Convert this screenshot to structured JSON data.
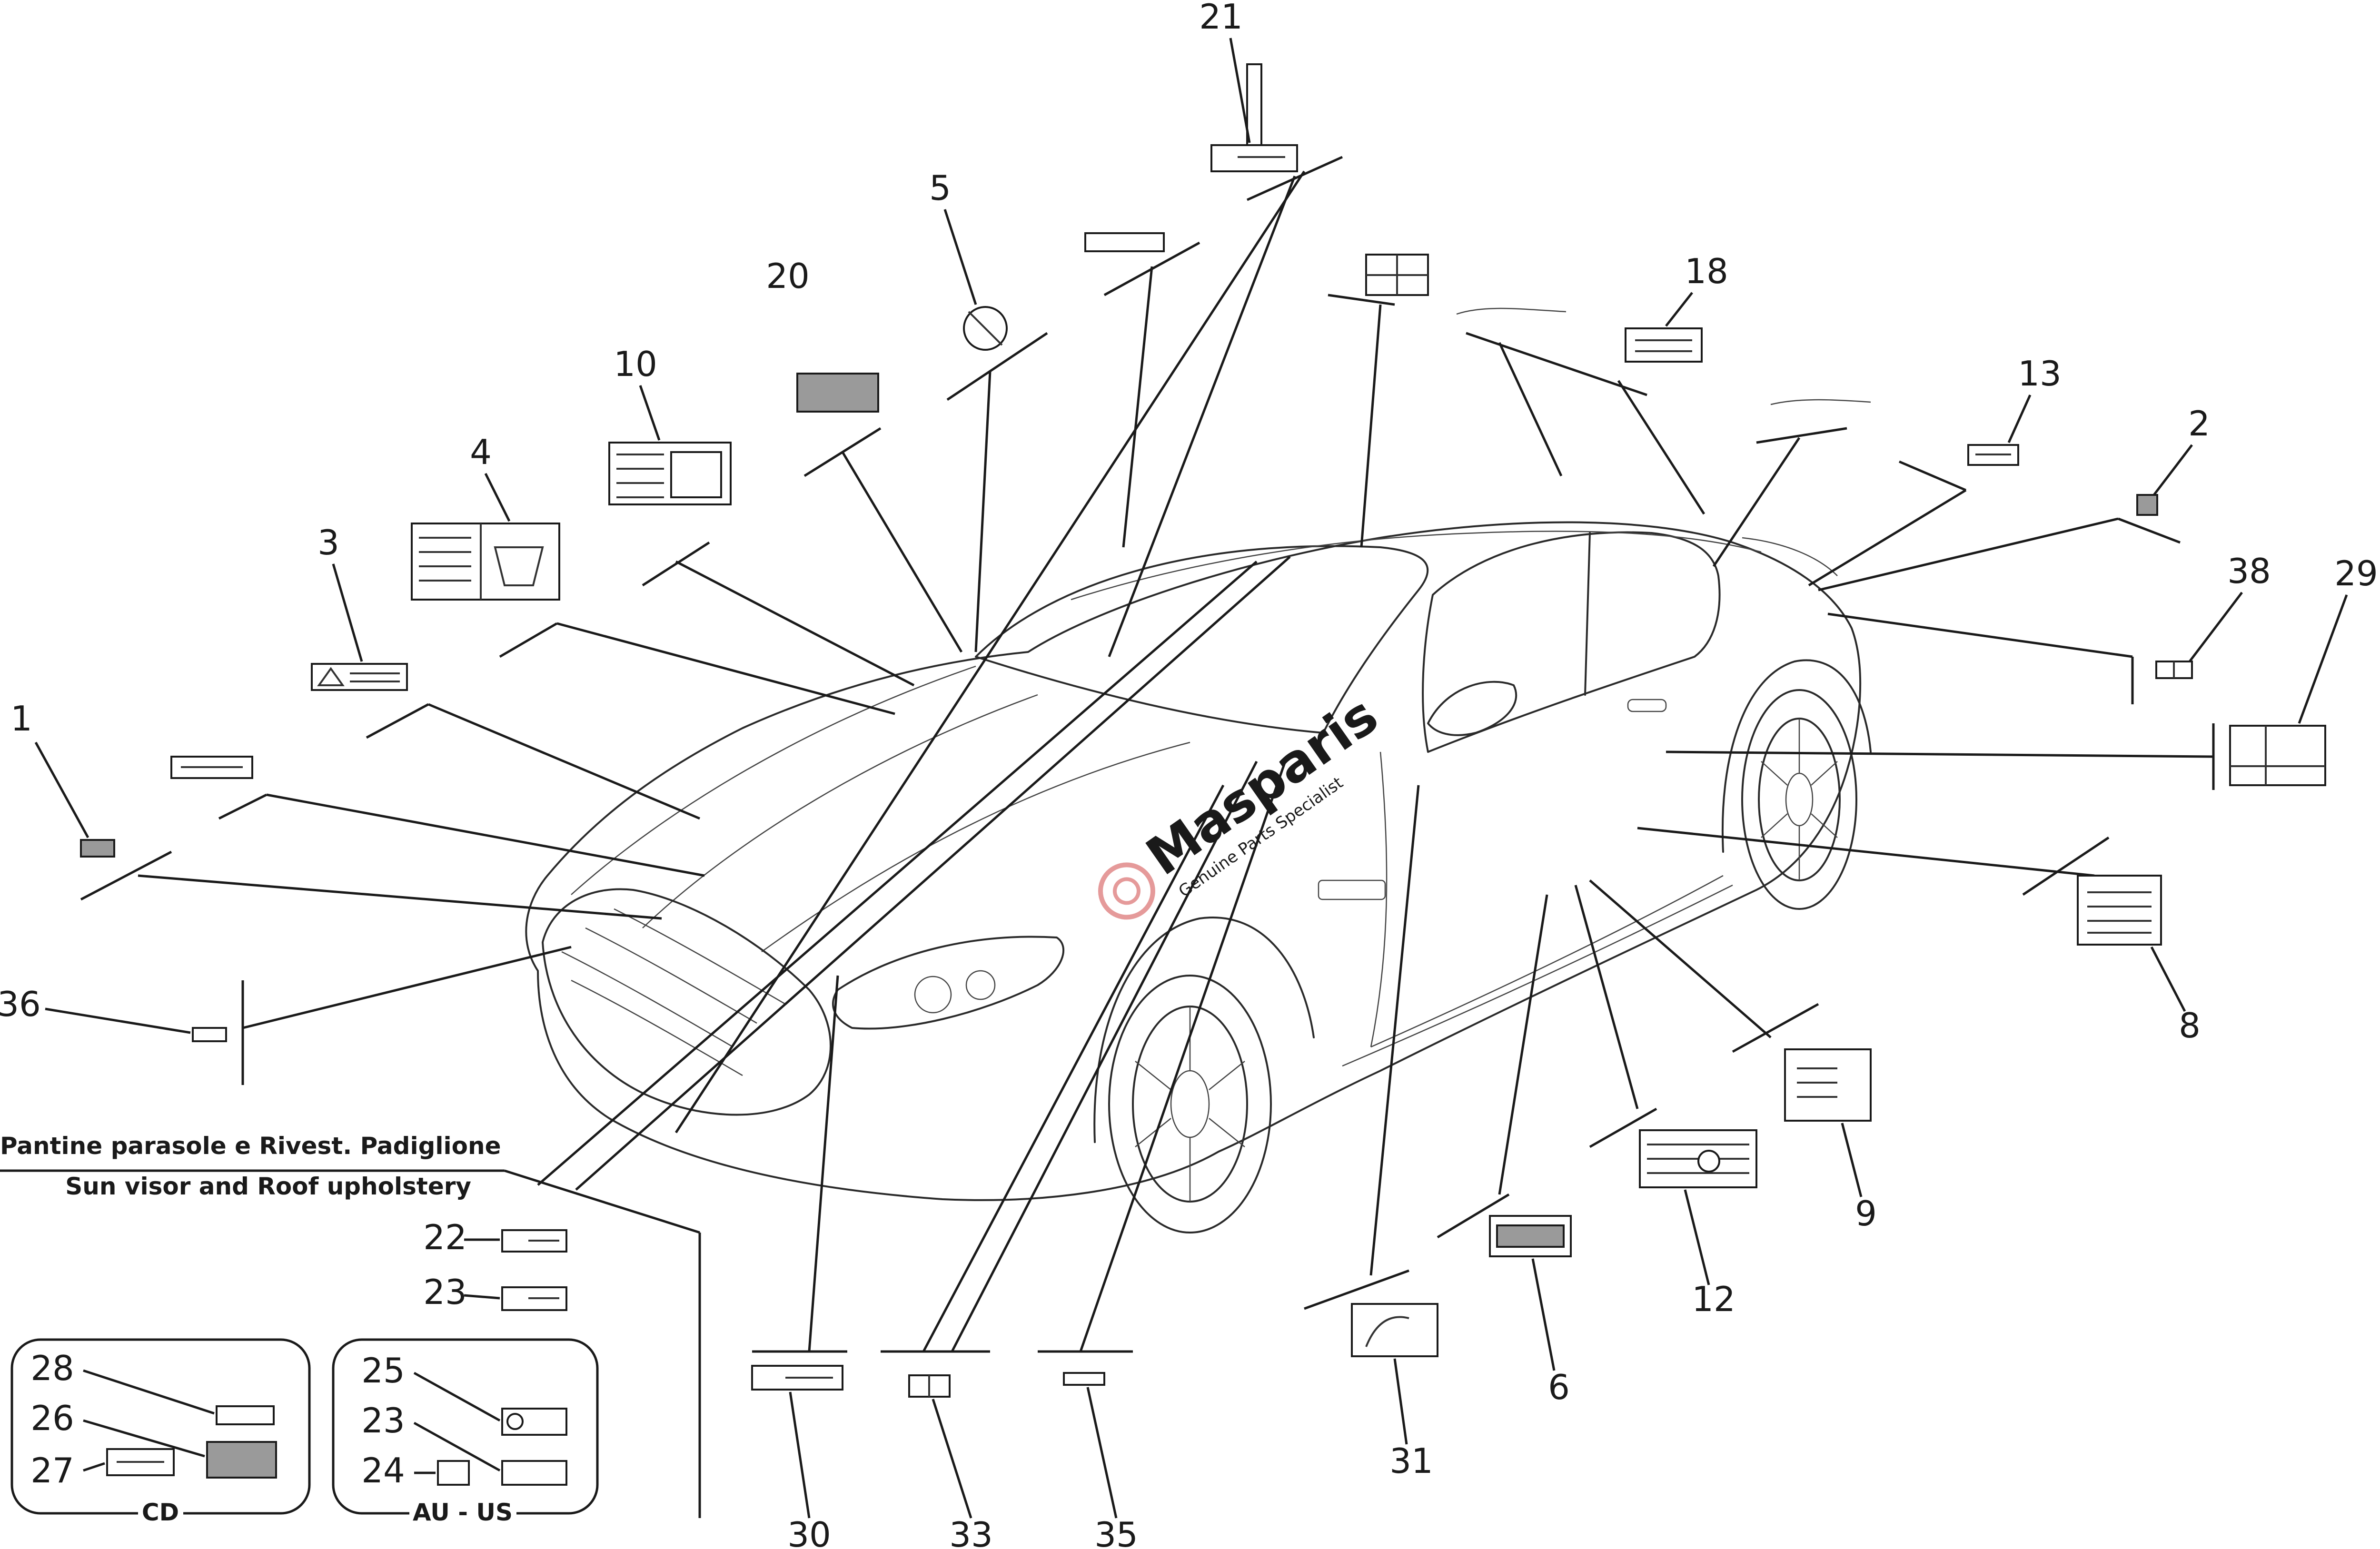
{
  "watermark": {
    "brand": "Masparis",
    "tagline": "Genuine Parts Specialist"
  },
  "caption": {
    "line1": "Pantine parasole e Rivest. Padiglione",
    "line2": "Sun visor and Roof upholstery"
  },
  "groups": {
    "cd": "CD",
    "au_us": "AU - US"
  },
  "callouts": {
    "c1": "1",
    "c2": "2",
    "c3": "3",
    "c4": "4",
    "c5": "5",
    "c6": "6",
    "c8": "8",
    "c9": "9",
    "c10": "10",
    "c12": "12",
    "c13": "13",
    "c18": "18",
    "c20": "20",
    "c21": "21",
    "c22": "22",
    "c23a": "23",
    "c23b": "23",
    "c24": "24",
    "c25": "25",
    "c26": "26",
    "c27": "27",
    "c28": "28",
    "c29": "29",
    "c30": "30",
    "c31": "31",
    "c33": "33",
    "c35": "35",
    "c36": "36",
    "c38": "38"
  }
}
